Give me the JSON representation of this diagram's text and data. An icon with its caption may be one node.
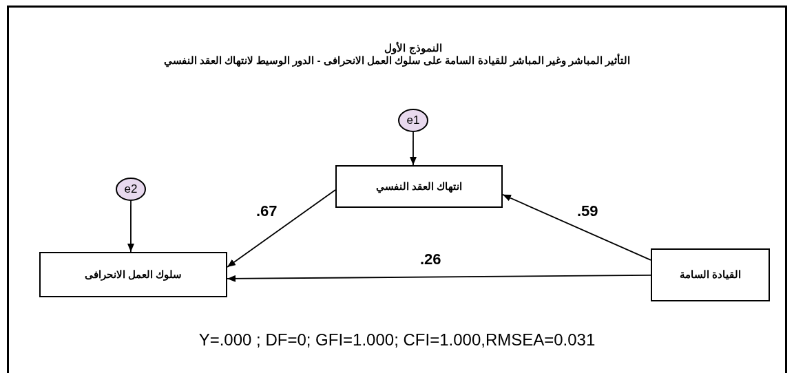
{
  "diagram": {
    "title": "النموذج الأول",
    "caption": "Y=.000 ; DF=0; GFI=1.000; CFI=1.000,RMSEA=0.031",
    "nodes": [
      {
        "text": [
          "e1"
        ]
      },
      {
        "text": [
          "انتهاك العقد النفسي"
        ]
      },
      {
        "text": [
          "e2"
        ]
      },
      {
        "text": [
          "سلوك العمل الانحرافى"
        ]
      },
      {
        "text": [
          "القيادة السامة"
        ]
      }
    ],
    "edges": [
      {
        "from": 0,
        "to": 1,
        "arrow": "to"
      },
      {
        "from": 2,
        "to": 3,
        "arrow": "to"
      },
      {
        "from": 1,
        "to": 3,
        "arrow": "to",
        "label": ".67"
      },
      {
        "from": 4,
        "to": 1,
        "arrow": "to",
        "label": ".59"
      },
      {
        "from": 4,
        "to": 3,
        "arrow": "to",
        "label": ".26"
      }
    ],
    "labels": [
      "التأثير المباشر وغير المباشر للقيادة السامة على سلوك العمل الانحرافى - الدور الوسيط لانتهاك العقد النفسي"
    ]
  }
}
